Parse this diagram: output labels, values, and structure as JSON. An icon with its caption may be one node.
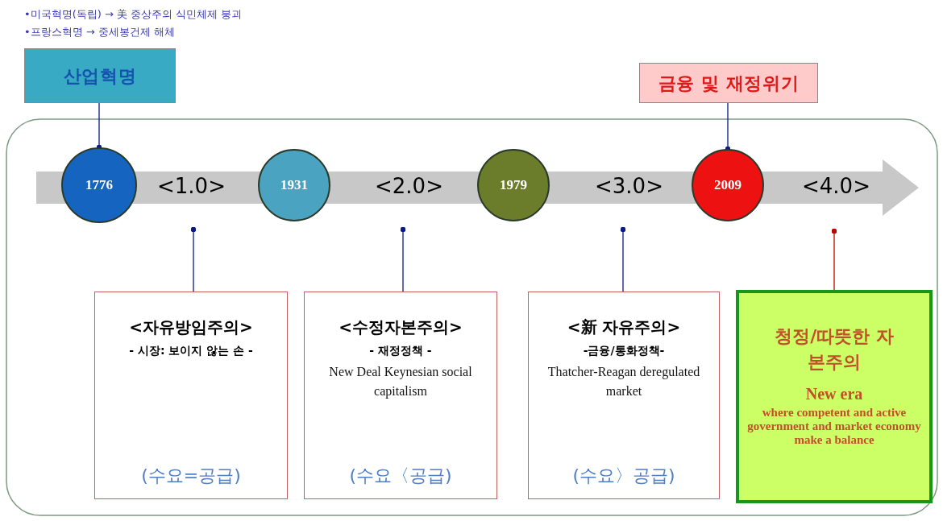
{
  "diagram": {
    "nodes": [
      {
        "text": [
          "산업혁명"
        ]
      },
      {
        "text": [
          "금융 및 재정위기"
        ]
      },
      {
        "text": [
          "1776"
        ]
      },
      {
        "text": [
          "1931"
        ]
      },
      {
        "text": [
          "1979"
        ]
      },
      {
        "text": [
          "2009"
        ]
      },
      {
        "text": [
          "<자유방임주의>",
          "- 시장: 보이지 않는 손 -",
          "(수요=공급)"
        ]
      },
      {
        "text": [
          "<수정자본주의>",
          "- 재정정책 -",
          "New Deal Keynesian social capitalism",
          "(수요〈공급)"
        ]
      },
      {
        "text": [
          "<新 자유주의>",
          "-금융/통화정책-",
          "Thatcher-Reagan deregulated market",
          "(수요〉공급)"
        ]
      },
      {
        "text": [
          "청정/따뜻한 자본주의",
          "New era",
          "where competent and active government and market economy make a balance"
        ]
      }
    ],
    "edges": [
      {
        "from": 0,
        "to": 2,
        "arrow": "other"
      },
      {
        "from": 1,
        "to": 5,
        "arrow": "other"
      },
      {
        "from": 6,
        "to": null,
        "arrow": "other"
      },
      {
        "from": 7,
        "to": null,
        "arrow": "other"
      },
      {
        "from": 8,
        "to": null,
        "arrow": "other"
      },
      {
        "from": 9,
        "to": null,
        "arrow": "other",
        "color": "#c00000"
      }
    ],
    "labels": [
      "•미국혁명(독립) → 美 중상주의 식민체제 붕괴",
      "•프랑스혁명 → 중세봉건제 해체",
      "<1.0>",
      "<2.0>",
      "<3.0>",
      "<4.0>"
    ]
  }
}
